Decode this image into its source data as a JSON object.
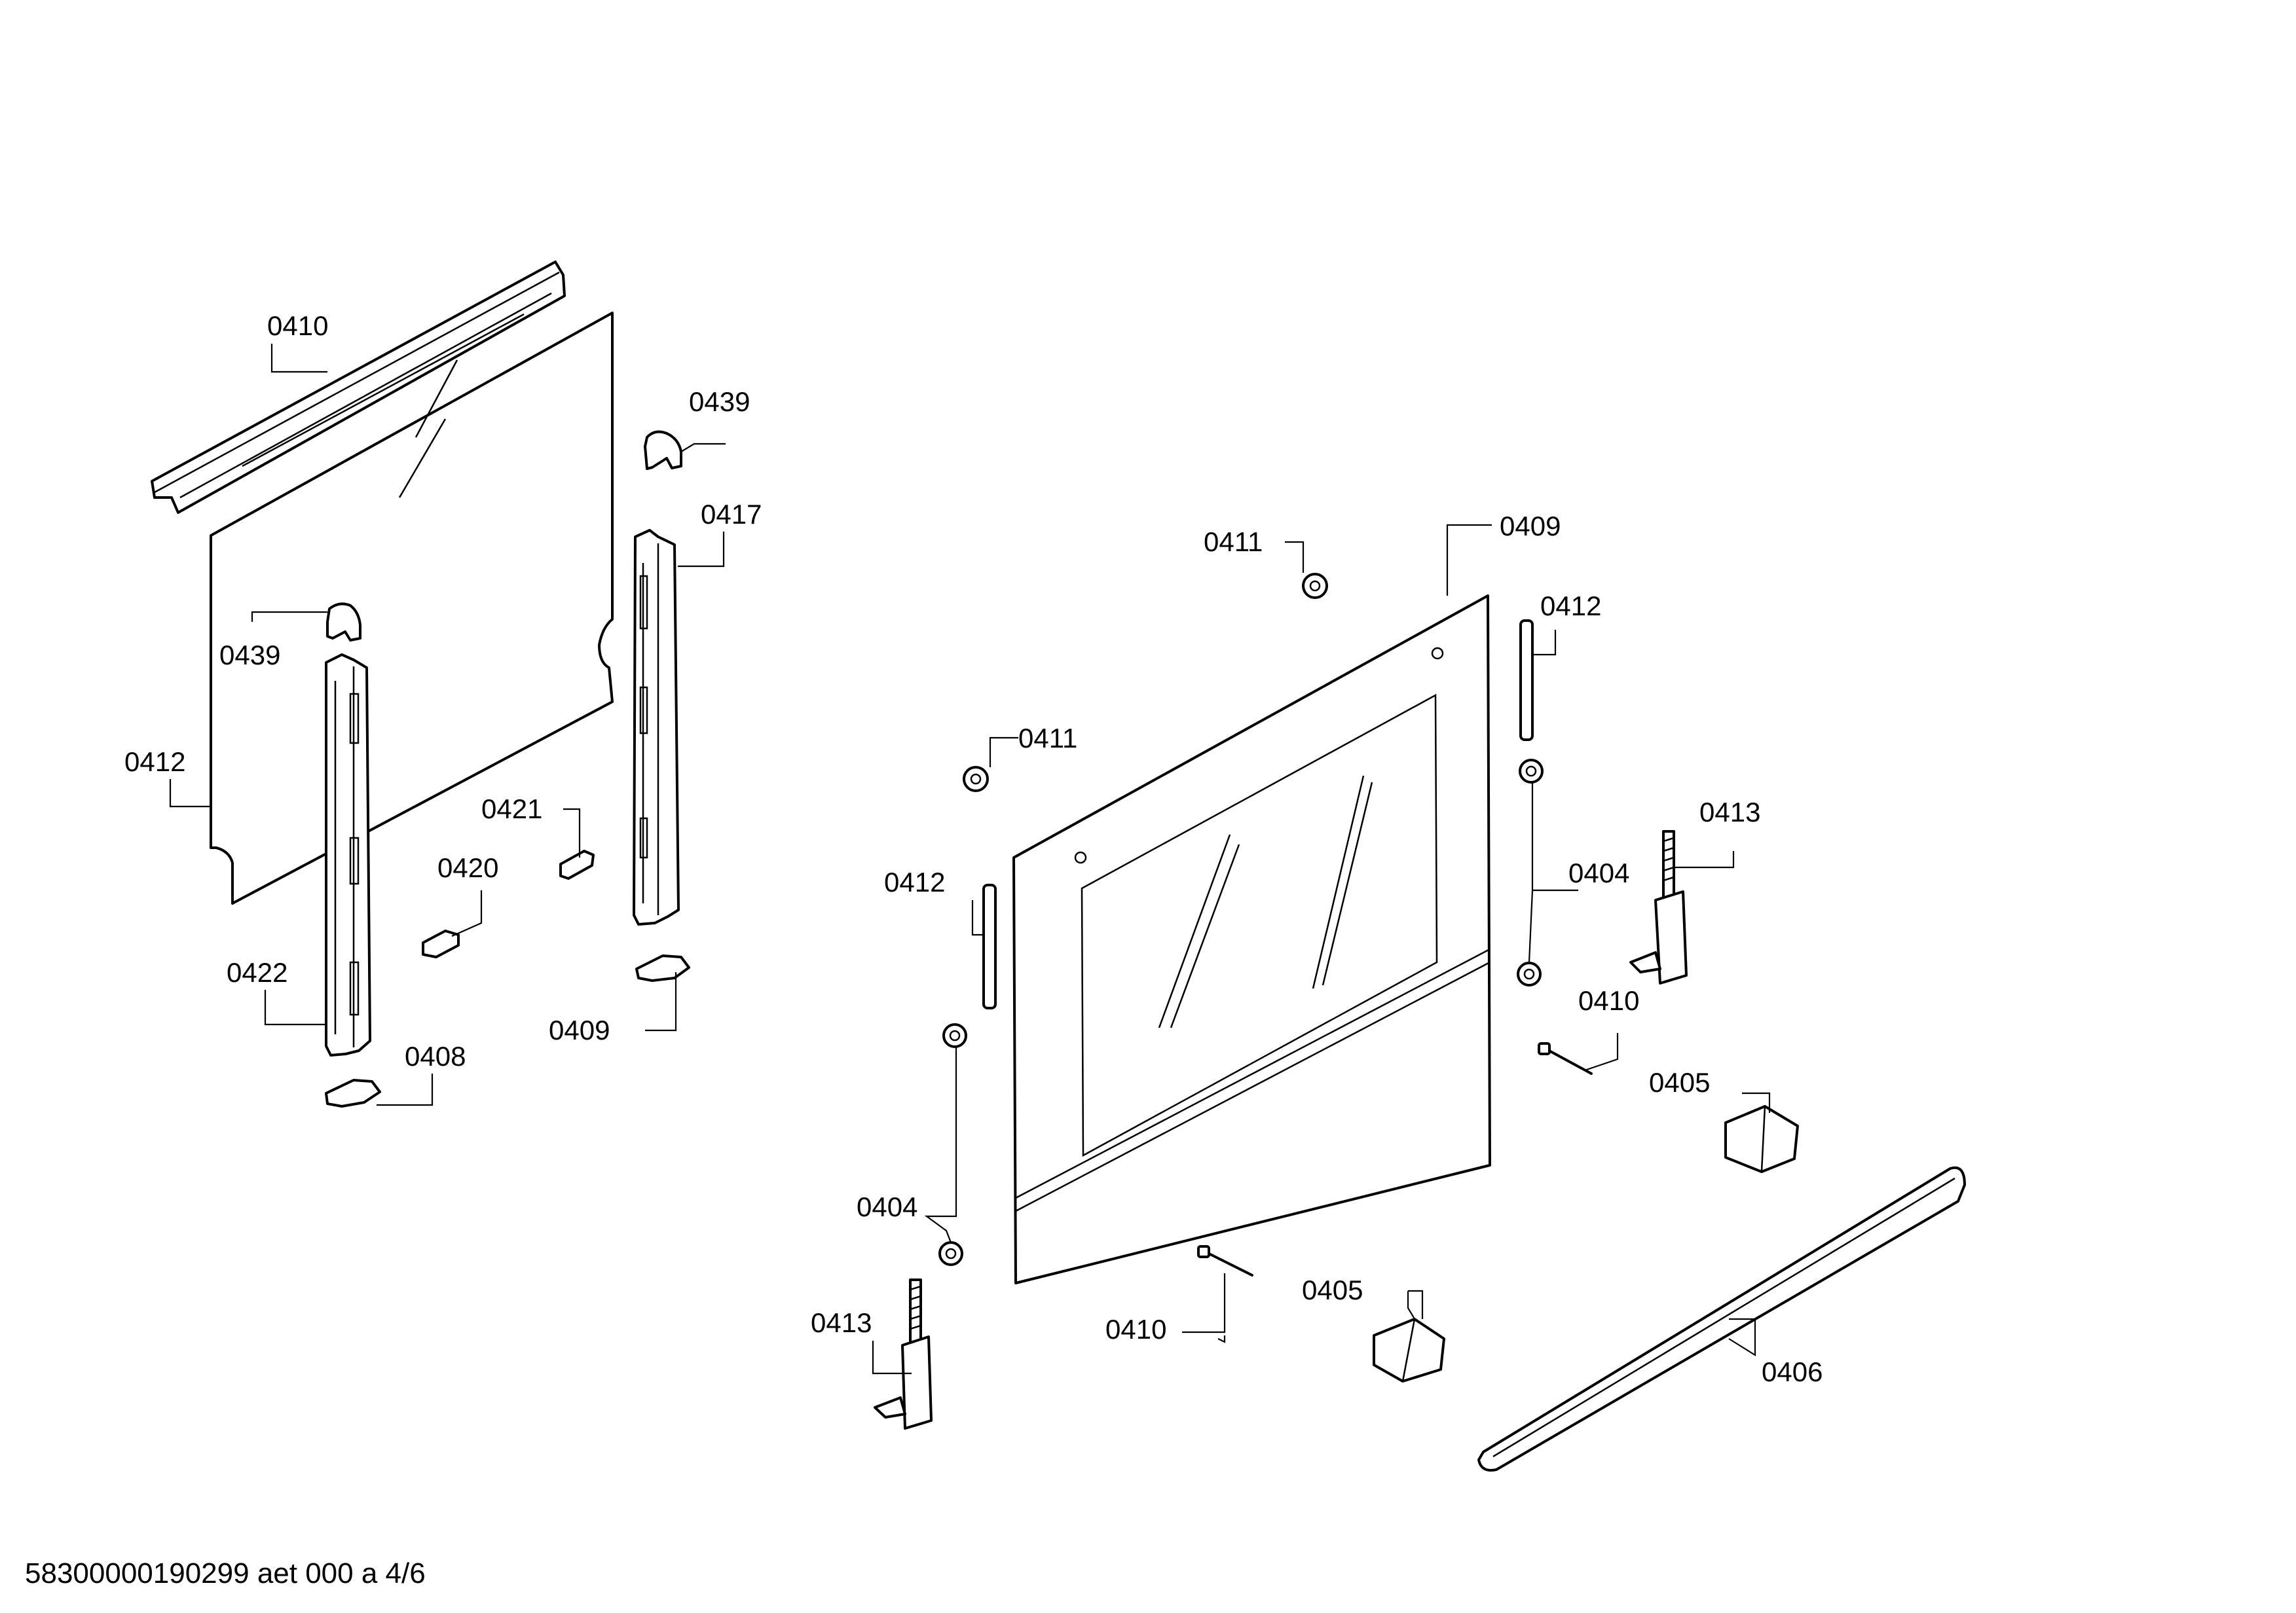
{
  "parts": [
    {
      "id": "top-trim-left",
      "label": "0410"
    },
    {
      "id": "clip-top-right",
      "label": "0439"
    },
    {
      "id": "clip-left",
      "label": "0439"
    },
    {
      "id": "rail-right",
      "label": "0417"
    },
    {
      "id": "inner-glass",
      "label": "0412"
    },
    {
      "id": "small-clip",
      "label": "0421"
    },
    {
      "id": "small-block",
      "label": "0420"
    },
    {
      "id": "rail-left",
      "label": "0422"
    },
    {
      "id": "hinge-foot-right",
      "label": "0409"
    },
    {
      "id": "hinge-foot-left",
      "label": "0408"
    },
    {
      "id": "plug-top",
      "label": "0411"
    },
    {
      "id": "door-panel",
      "label": "0409"
    },
    {
      "id": "strip-right",
      "label": "0412"
    },
    {
      "id": "plug-left",
      "label": "0411"
    },
    {
      "id": "hinge-right",
      "label": "0413"
    },
    {
      "id": "strip-left",
      "label": "0412"
    },
    {
      "id": "bushing-right",
      "label": "0404"
    },
    {
      "id": "pin-right",
      "label": "0410"
    },
    {
      "id": "cap-right",
      "label": "0405"
    },
    {
      "id": "bushing-left",
      "label": "0404"
    },
    {
      "id": "hinge-left",
      "label": "0413"
    },
    {
      "id": "pin-bottom",
      "label": "0410"
    },
    {
      "id": "cap-bottom",
      "label": "0405"
    },
    {
      "id": "handle-bar",
      "label": "0406"
    }
  ],
  "footer": "58300000190299 aet 000 a 4/6"
}
